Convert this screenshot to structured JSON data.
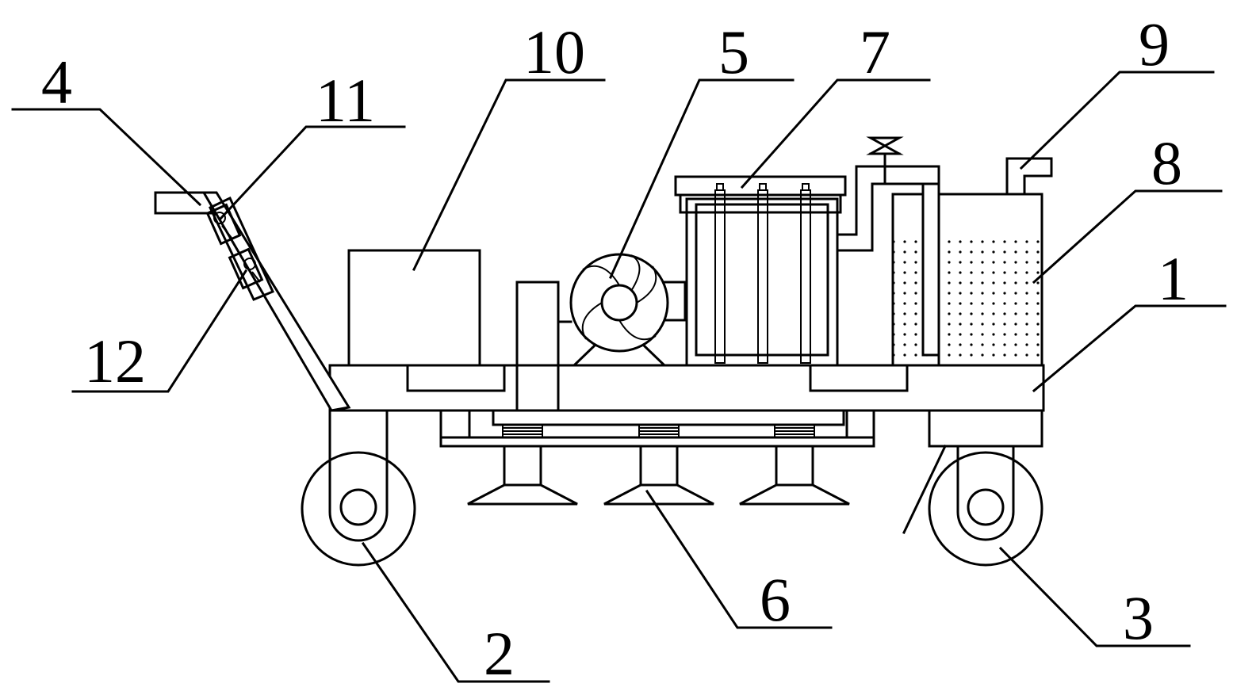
{
  "labels": {
    "n1": "1",
    "n2": "2",
    "n3": "3",
    "n4": "4",
    "n5": "5",
    "n6": "6",
    "n7": "7",
    "n8": "8",
    "n9": "9",
    "n10": "10",
    "n11": "11",
    "n12": "12"
  },
  "colors": {
    "line": "#000000",
    "background": "#ffffff"
  }
}
